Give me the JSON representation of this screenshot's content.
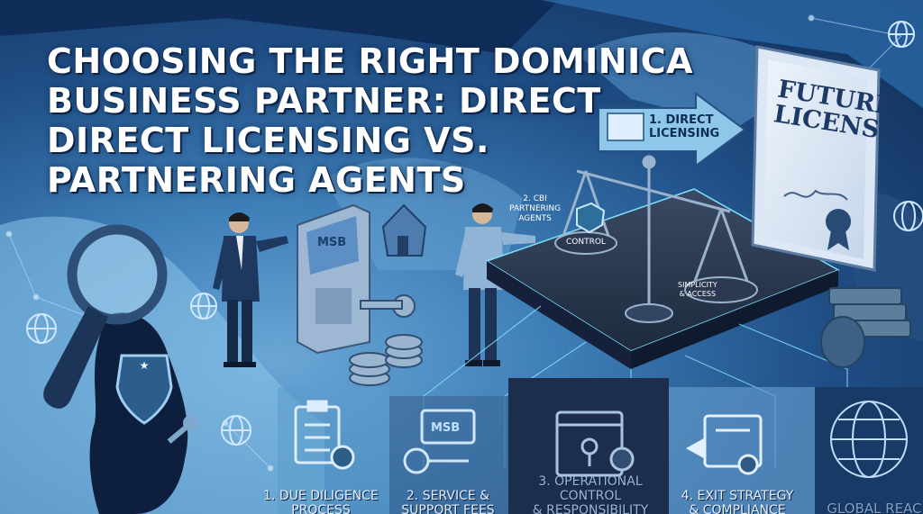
{
  "title": {
    "lines": [
      "CHOOSING THE RIGHT DOMINICA",
      "BUSINESS PARTNER: DIRECT",
      "DIRECT LICENSING VS.",
      "PARTNERING AGENTS"
    ]
  },
  "scene": {
    "arrow_label": [
      "1. DIRECT",
      "LICENSING"
    ],
    "cbi_label": [
      "2. CBI",
      "PARTNERING",
      "AGENTS"
    ],
    "scale_control": "CONTROL",
    "scale_simplicity": [
      "SIMPLICITY",
      "& ACCESS"
    ],
    "msb_machine": "MSB",
    "license_title": [
      "FUTURE",
      "LICENSE"
    ]
  },
  "bottom": {
    "items": [
      {
        "lines": [
          "1. DUE DILIGENCE",
          "PROCESS"
        ]
      },
      {
        "lines": [
          "2. SERVICE &",
          "SUPPORT FEES"
        ],
        "badge": "MSB"
      },
      {
        "lines": [
          "3. OPERATIONAL CONTROL",
          "& RESPONSIBILITY"
        ]
      },
      {
        "lines": [
          "4. EXIT STRATEGY",
          "& COMPLIANCE"
        ]
      },
      {
        "lines": [
          "GLOBAL REAC"
        ]
      }
    ]
  },
  "colors": {
    "navy": "#10294f",
    "mid_blue": "#3f7fb8",
    "light_blue": "#8cc4ea",
    "panel_dark": "#22344f",
    "cyan_glow": "#7fe0ff",
    "text": "#ffffff"
  }
}
